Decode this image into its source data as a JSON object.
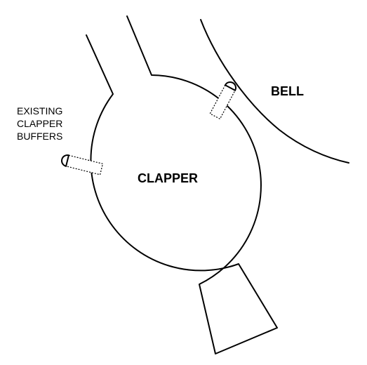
{
  "labels": {
    "clapper": "CLAPPER",
    "bell": "BELL",
    "buffers_line1": "EXISTING",
    "buffers_line2": "CLAPPER",
    "buffers_line3": "BUFFERS"
  },
  "colors": {
    "stroke": "#000000",
    "background": "#ffffff"
  }
}
